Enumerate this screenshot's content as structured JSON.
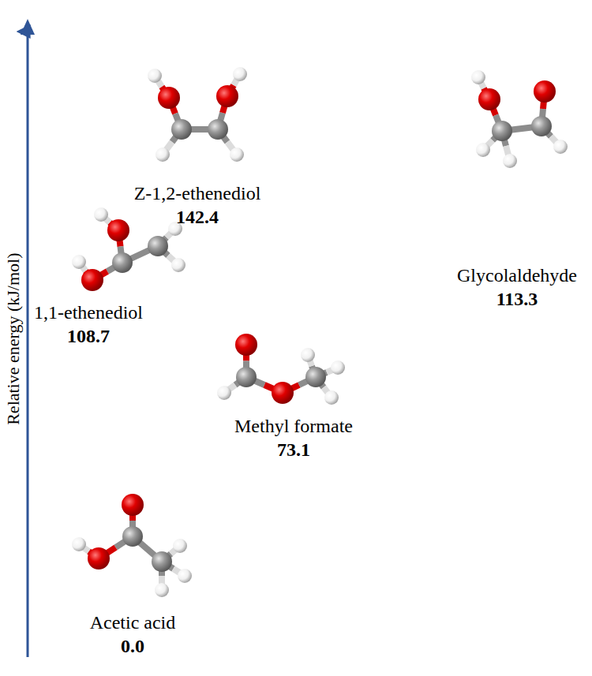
{
  "diagram": {
    "labels": [
      "Relative energy (kJ/mol)",
      "Z-1,2-ethenediol",
      "142.4",
      "1,1-ethenediol",
      "108.7",
      "Glycolaldehyde",
      "113.3",
      "Methyl formate",
      "73.1",
      "Acetic acid",
      "0.0"
    ]
  }
}
